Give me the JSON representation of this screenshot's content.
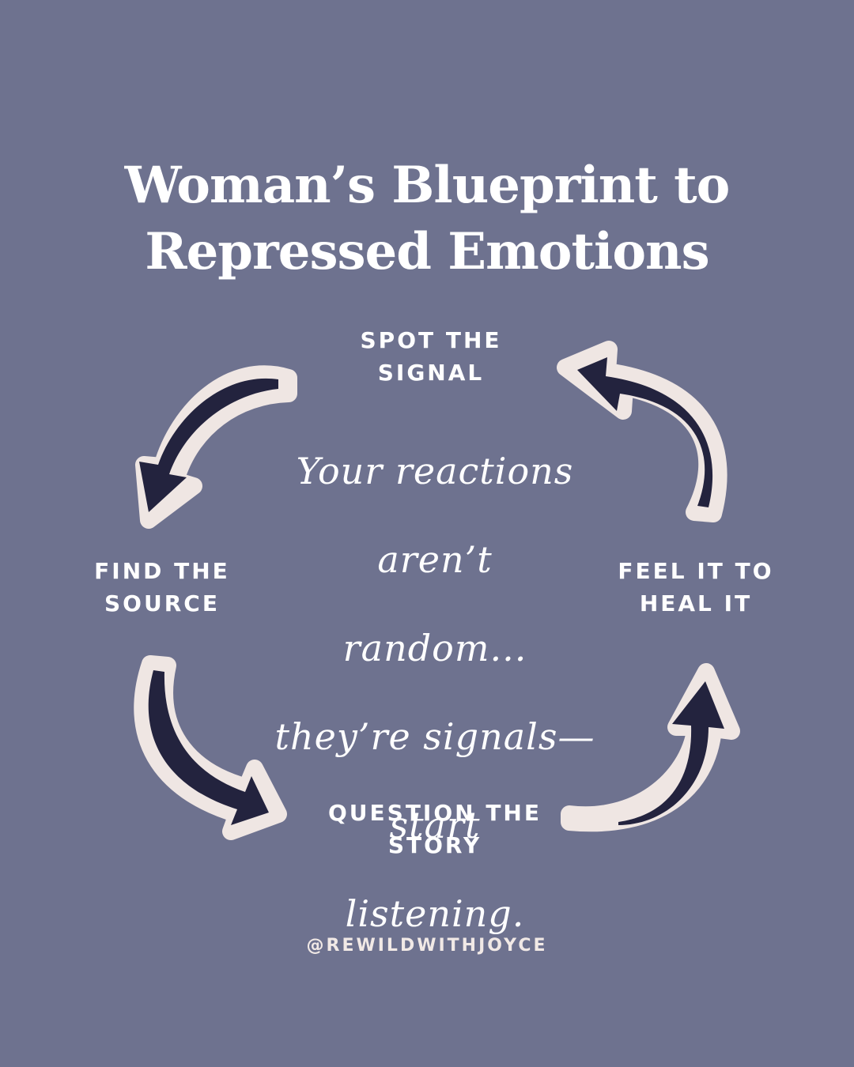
{
  "title": {
    "line1": "Woman’s Blueprint to",
    "line2": "Repressed Emotions"
  },
  "cycle": {
    "steps": [
      {
        "line1": "SPOT THE",
        "line2": "SIGNAL"
      },
      {
        "line1": "FEEL IT TO",
        "line2": "HEAL IT"
      },
      {
        "line1": "QUESTION THE",
        "line2": "STORY"
      },
      {
        "line1": "FIND THE",
        "line2": "SOURCE"
      }
    ]
  },
  "quote": {
    "line1": "Your reactions aren’t",
    "line2": "random...",
    "line3": "they’re signals—start",
    "line4": "listening."
  },
  "handle": "@REWILDWITHJOYCE",
  "colors": {
    "background": "#6e728f",
    "arrow_fill": "#23233e",
    "arrow_outline": "#efe6e3",
    "text": "#ffffff"
  }
}
